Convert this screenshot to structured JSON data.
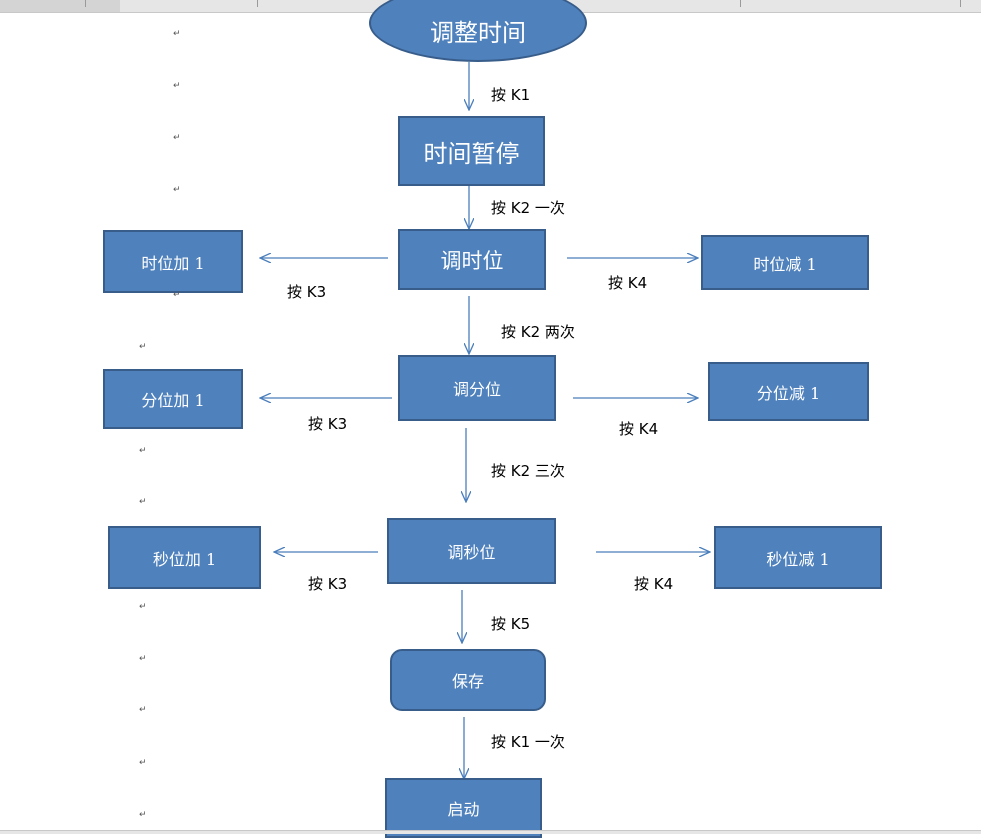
{
  "nodes": {
    "adjust_time": "调整时间",
    "time_pause": "时间暂停",
    "adjust_hour": "调时位",
    "hour_plus": "时位加 1",
    "hour_minus": "时位减 1",
    "adjust_minute": "调分位",
    "minute_plus": "分位加 1",
    "minute_minus": "分位减 1",
    "adjust_second": "调秒位",
    "second_plus": "秒位加 1",
    "second_minus": "秒位减 1",
    "save": "保存",
    "start": "启动"
  },
  "edge_labels": {
    "press_k1": "按 K1",
    "press_k2_once": "按 K2 一次",
    "press_k3_hour": "按 K3",
    "press_k4_hour": "按 K4",
    "press_k2_twice": "按 K2 两次",
    "press_k3_minute": "按 K3",
    "press_k4_minute": "按 K4",
    "press_k2_three": "按 K2 三次",
    "press_k3_second": "按 K3",
    "press_k4_second": "按 K4",
    "press_k5": "按 K5",
    "press_k1_once": "按 K1 一次"
  },
  "colors": {
    "node_fill": "#4f81bd",
    "node_border": "#385d8a",
    "arrow": "#4a7ebb",
    "node_text": "#ffffff"
  }
}
